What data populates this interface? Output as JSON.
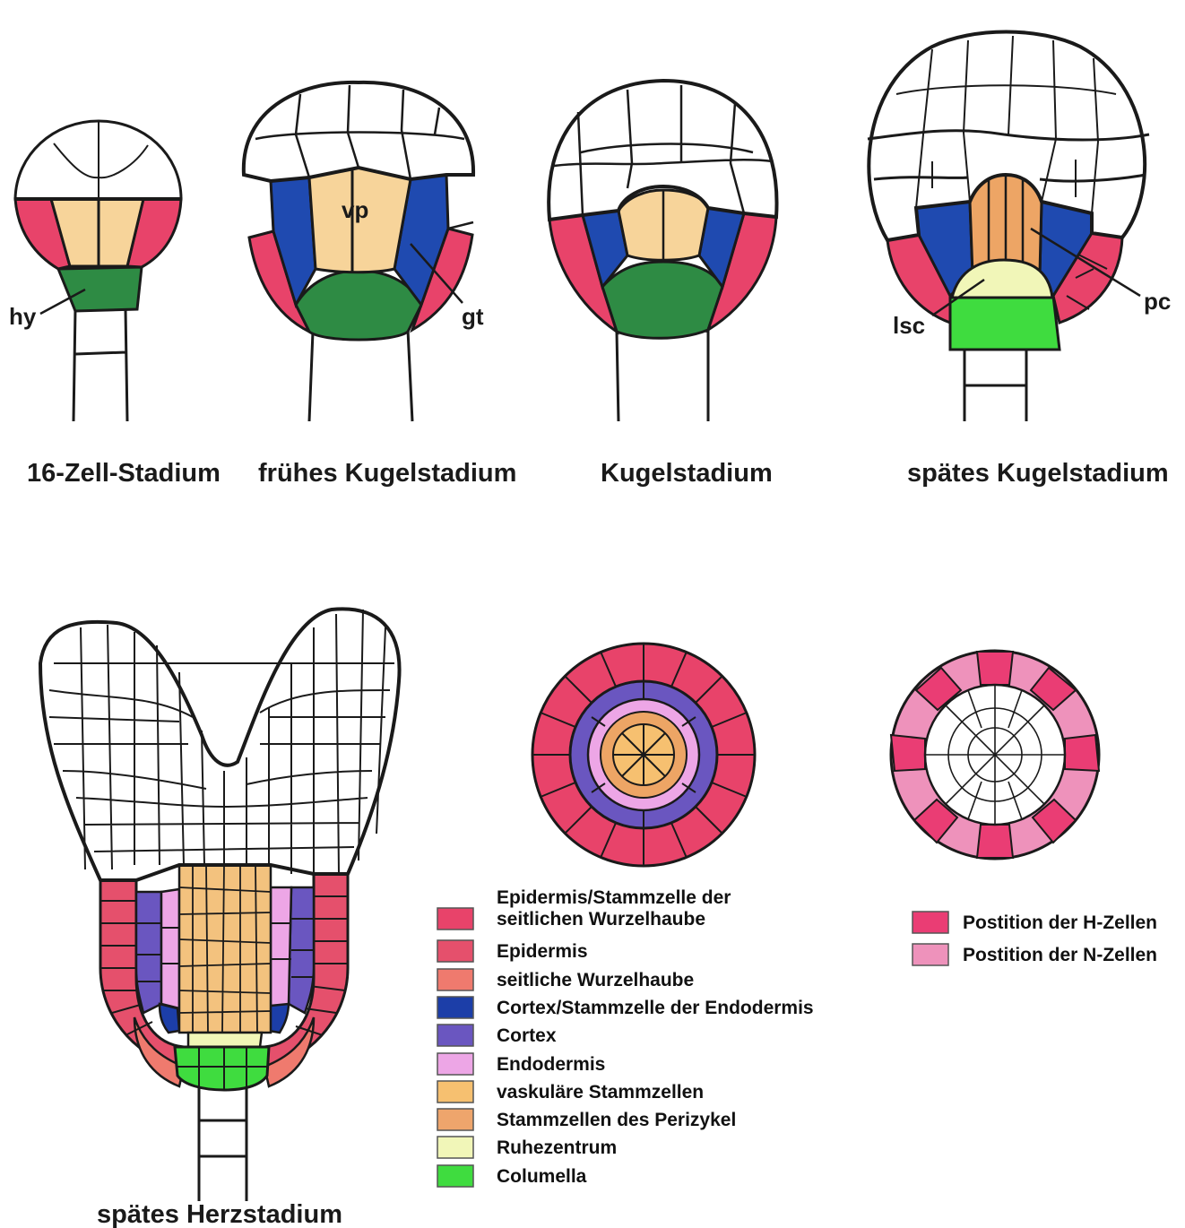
{
  "stages": {
    "s1": "16-Zell-Stadium",
    "s2": "frühes Kugelstadium",
    "s3": "Kugelstadium",
    "s4": "spätes Kugelstadium",
    "s5": "spätes Herzstadium"
  },
  "labels": {
    "hy": "hy",
    "vp": "vp",
    "gt": "gt",
    "lsc": "lsc",
    "pc": "pc"
  },
  "legend": [
    {
      "text": "Epidermis/Stammzelle der",
      "text2": "seitlichen Wurzelhaube",
      "color": "#e8436a"
    },
    {
      "text": "Epidermis",
      "color": "#e5506c"
    },
    {
      "text": "seitliche Wurzelhaube",
      "color": "#ef7a6e"
    },
    {
      "text": "Cortex/Stammzelle der Endodermis",
      "color": "#1c3ea8"
    },
    {
      "text": "Cortex",
      "color": "#6a56c0"
    },
    {
      "text": "Endodermis",
      "color": "#eda6e6"
    },
    {
      "text": "vaskuläre Stammzellen",
      "color": "#f6c070"
    },
    {
      "text": "Stammzellen des Perizykel",
      "color": "#eea56c"
    },
    {
      "text": "Ruhezentrum",
      "color": "#f1f6b8"
    },
    {
      "text": "Columella",
      "color": "#3fdc3f"
    }
  ],
  "legend2": [
    {
      "text": "Postition der H-Zellen",
      "color": "#ea3d74"
    },
    {
      "text": "Postition der N-Zellen",
      "color": "#ee92bb"
    }
  ],
  "colors": {
    "epidermis_stem": "#e8436a",
    "vp": "#f7d49a",
    "blue": "#1f4ab0",
    "hypophysis": "#2e8b44",
    "columella": "#3fdc3f",
    "orange": "#eda565",
    "qc": "#f1f6b8"
  }
}
